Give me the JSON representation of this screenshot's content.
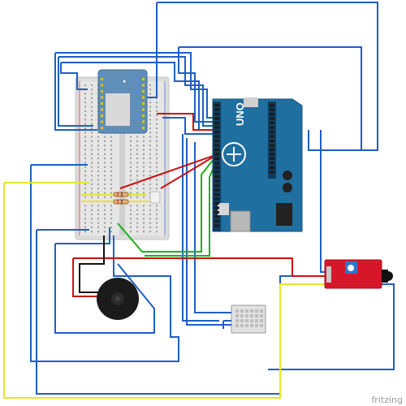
{
  "credit": "fritzing",
  "arduino": {
    "brand": "UNO"
  },
  "colors": {
    "wire_blue": "#1f5fc4",
    "wire_red": "#cc1111",
    "wire_green": "#19b219",
    "wire_yellow": "#e6e628",
    "wire_black": "#111111",
    "arduino_board": "#1f6fa0",
    "sensor_board": "#d6172a",
    "breadboard": "#dedede",
    "wifi_module": "#5f8fb8",
    "dht_sensor": "#e2e2e2",
    "buzzer": "#1b1b1b"
  },
  "components": [
    {
      "id": "breadboard",
      "icon": "breadboard-icon"
    },
    {
      "id": "wifi-module",
      "icon": "wifi-module-icon"
    },
    {
      "id": "arduino-uno",
      "icon": "arduino-board-icon"
    },
    {
      "id": "flame-sensor",
      "icon": "sensor-module-icon"
    },
    {
      "id": "piezo-buzzer",
      "icon": "buzzer-icon"
    },
    {
      "id": "dht-sensor",
      "icon": "temperature-sensor-icon"
    },
    {
      "id": "led",
      "icon": "led-icon"
    },
    {
      "id": "resistors",
      "icon": "resistor-icon"
    }
  ]
}
